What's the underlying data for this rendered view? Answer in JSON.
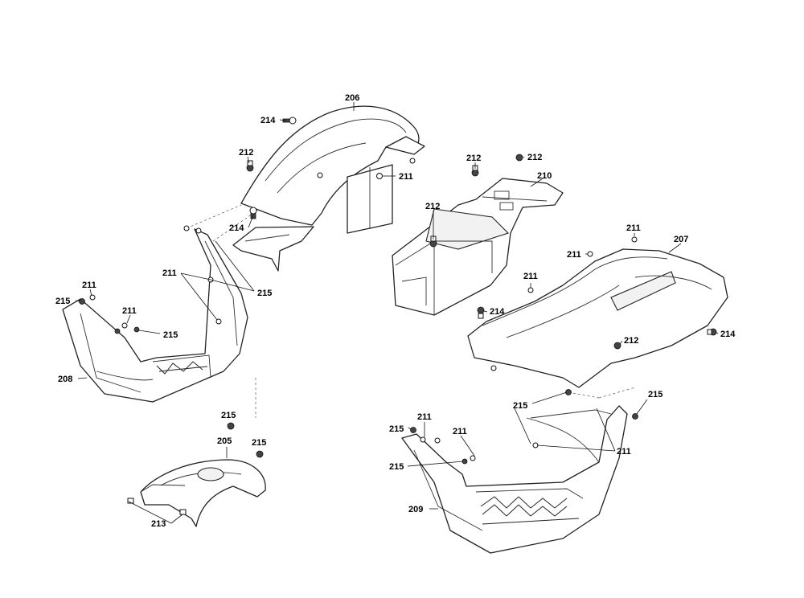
{
  "callouts": {
    "c206": "206",
    "c214a": "214",
    "c212a": "212",
    "c211a": "211",
    "c214b": "214",
    "c211b": "211",
    "c215a": "215",
    "c215b": "215",
    "c211c": "211",
    "c211d": "211",
    "c215c": "215",
    "c208": "208",
    "c212b": "212",
    "c212c": "212",
    "c210": "210",
    "c212d": "212",
    "c211e": "211",
    "c207": "207",
    "c211f": "211",
    "c211g": "211",
    "c214c": "214",
    "c214d": "214",
    "c212e": "212",
    "c215d": "215",
    "c205": "205",
    "c215e": "215",
    "c215f": "215",
    "c211h": "211",
    "c215g": "215",
    "c211i": "211",
    "c215h": "215",
    "c211j": "211",
    "c209": "209",
    "c213": "213"
  }
}
